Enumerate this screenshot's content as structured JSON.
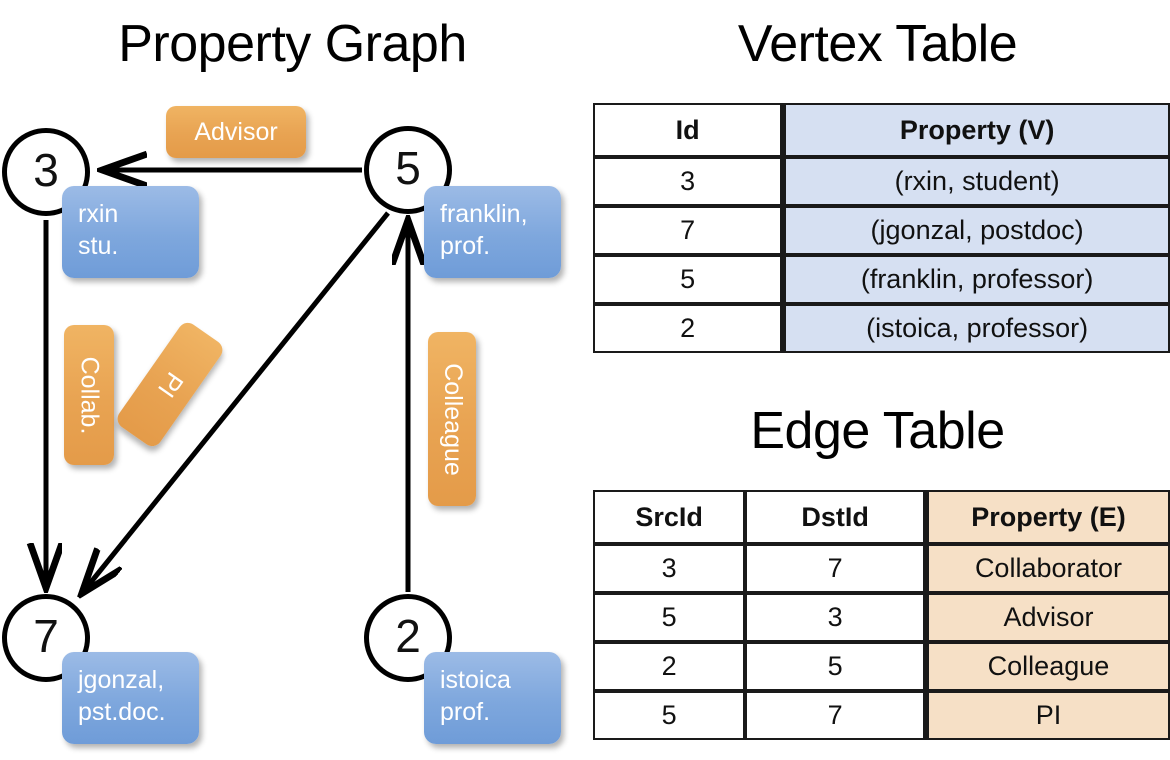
{
  "titles": {
    "property_graph": "Property Graph",
    "vertex_table": "Vertex Table",
    "edge_table": "Edge Table"
  },
  "colors": {
    "vertex_property_fill": "#d6e0f2",
    "edge_property_fill": "#f6e0c6",
    "node_box_blue": "#7ea7dd",
    "edge_label_orange": "#e8a352",
    "stroke": "#1a1a1a",
    "background": "#ffffff"
  },
  "graph": {
    "nodes": [
      {
        "id": "3",
        "label": "3",
        "property_lines": [
          "rxin",
          "stu."
        ]
      },
      {
        "id": "5",
        "label": "5",
        "property_lines": [
          "franklin,",
          "prof."
        ]
      },
      {
        "id": "7",
        "label": "7",
        "property_lines": [
          "jgonzal,",
          "pst.doc."
        ]
      },
      {
        "id": "2",
        "label": "2",
        "property_lines": [
          "istoica",
          "prof."
        ]
      }
    ],
    "edge_labels": {
      "advisor": "Advisor",
      "collaborator": "Collab.",
      "pi": "PI",
      "colleague": "Colleague"
    },
    "edges": [
      {
        "src": "5",
        "dst": "3",
        "label": "Advisor"
      },
      {
        "src": "3",
        "dst": "7",
        "label": "Collab."
      },
      {
        "src": "5",
        "dst": "7",
        "label": "PI"
      },
      {
        "src": "2",
        "dst": "5",
        "label": "Colleague"
      }
    ]
  },
  "vertex_table": {
    "headers": [
      "Id",
      "Property (V)"
    ],
    "rows": [
      {
        "id": "3",
        "property": "(rxin, student)"
      },
      {
        "id": "7",
        "property": "(jgonzal, postdoc)"
      },
      {
        "id": "5",
        "property": "(franklin, professor)"
      },
      {
        "id": "2",
        "property": "(istoica, professor)"
      }
    ]
  },
  "edge_table": {
    "headers": [
      "SrcId",
      "DstId",
      "Property (E)"
    ],
    "rows": [
      {
        "src": "3",
        "dst": "7",
        "property": "Collaborator"
      },
      {
        "src": "5",
        "dst": "3",
        "property": "Advisor"
      },
      {
        "src": "2",
        "dst": "5",
        "property": "Colleague"
      },
      {
        "src": "5",
        "dst": "7",
        "property": "PI"
      }
    ]
  }
}
